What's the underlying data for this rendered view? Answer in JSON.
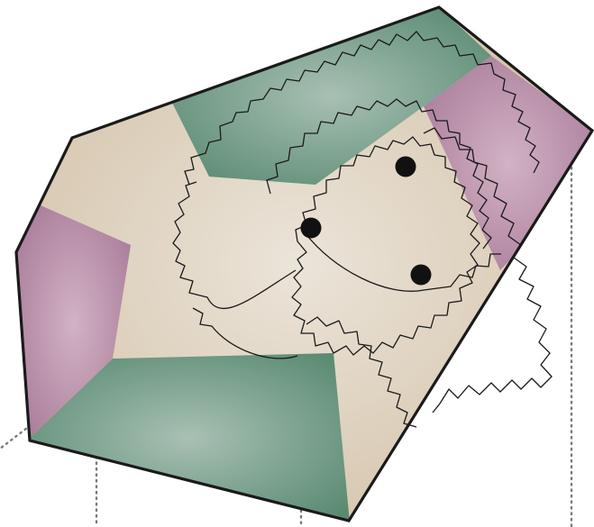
{
  "figure": {
    "title": "",
    "colors": {
      "background": "#ffffff",
      "outline": "#1a1a1a",
      "zone_beige_center": "#ebe4d9",
      "zone_beige_edge": "#d3c2a8",
      "zone_green_center": "#a8c0b3",
      "zone_green_edge": "#5a8a72",
      "zone_mauve_center": "#d2b2c4",
      "zone_mauve_edge": "#a87a98",
      "points": "#111111",
      "leader_lines": "#7a7a7a"
    },
    "zones": [
      {
        "name": "beige-core",
        "color_ref": "beige"
      },
      {
        "name": "green-top",
        "color_ref": "green"
      },
      {
        "name": "green-bottom",
        "color_ref": "green"
      },
      {
        "name": "mauve-left",
        "color_ref": "mauve"
      },
      {
        "name": "mauve-right",
        "color_ref": "mauve"
      }
    ],
    "point_count": 3,
    "leader_line_count": 4
  }
}
